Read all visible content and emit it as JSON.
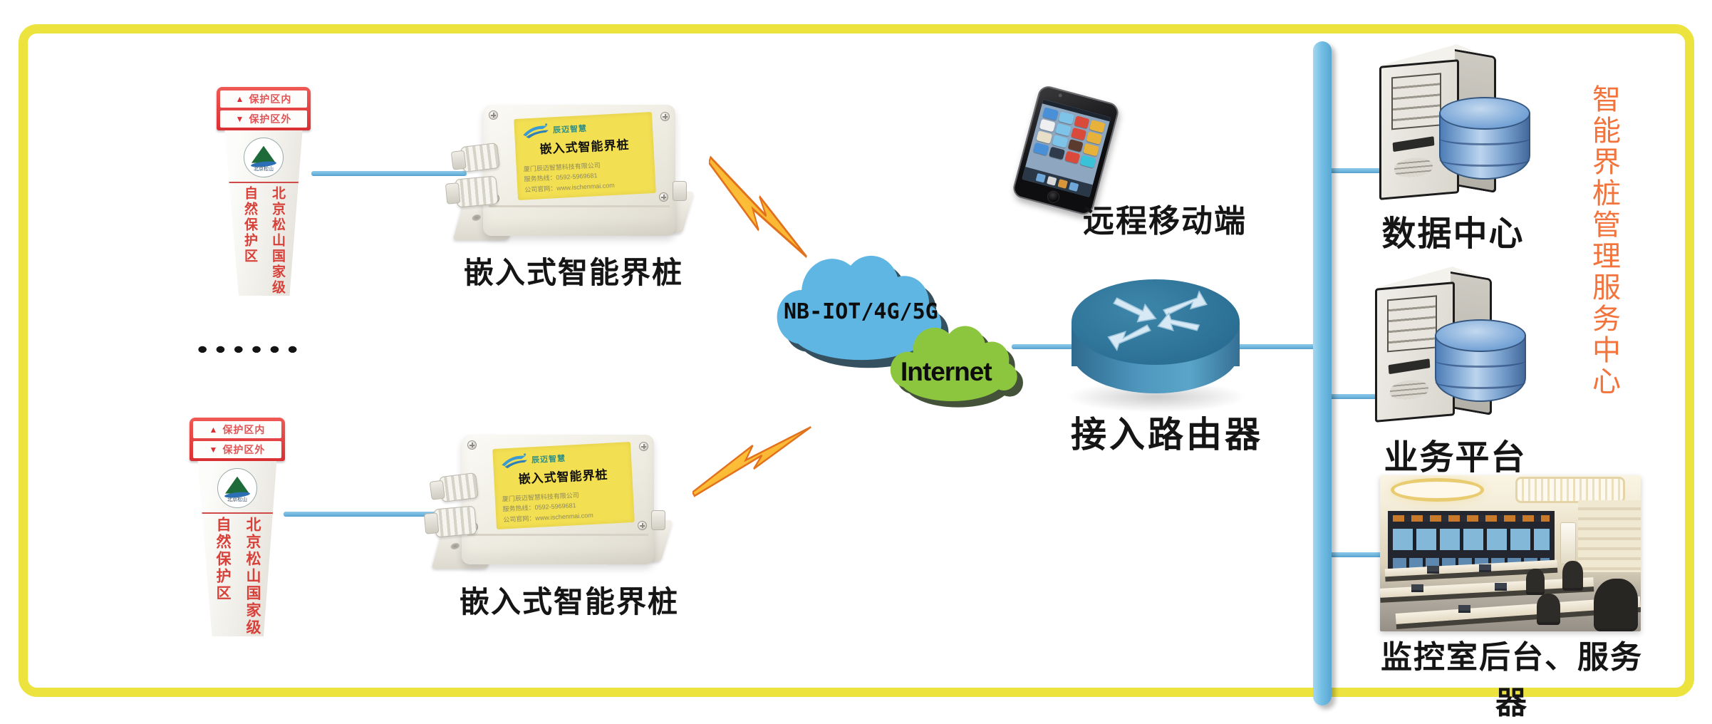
{
  "posts": {
    "cap_line1_arrow": "▲",
    "cap_line1": "保护区内",
    "cap_line2_arrow": "▼",
    "cap_line2": "保护区外",
    "col_right": "北京松山国家级",
    "col_left": "自然保护区",
    "logo_caption": "北京松山",
    "ellipsis": "●●●●●●"
  },
  "device": {
    "logo_name": "辰迈智慧",
    "label_title": "嵌入式智能界桩",
    "label_company": "厦门辰迈智慧科技有限公司",
    "label_hotline": "服务热线：0592-5969681",
    "label_website": "公司官网：www.ischenmai.com",
    "caption": "嵌入式智能界桩"
  },
  "network": {
    "wan_label": "NB-IOT/4G/5G",
    "internet_label": "Internet",
    "router_caption": "接入路由器"
  },
  "mobile": {
    "caption": "远程移动端"
  },
  "right_side": {
    "data_center_caption": "数据中心",
    "business_caption": "业务平台",
    "monitor_caption": "监控室后台、服务器",
    "banner": "智能界桩管理服务中心"
  },
  "colors": {
    "border-yellow": "#ede33e",
    "line-blue": "#6fb6dd",
    "bar-blue": "#74bfe4",
    "cloud-blue": "#5fb6e3",
    "cloud-green": "#8cc63f",
    "bolt-orange": "#f7941d",
    "banner-orange": "#f2733b",
    "label-yellow": "#f3df52",
    "red": "#d93a3f",
    "router-blue": "#3e85ad"
  }
}
